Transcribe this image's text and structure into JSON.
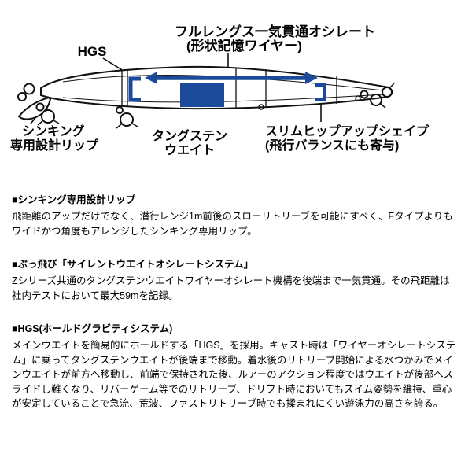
{
  "diagram": {
    "accent_color": "#1b4a9b",
    "labels": {
      "hgs": "HGS",
      "oscillate_1": "フルレングス一気貫通オシレート",
      "oscillate_2": "(形状記憶ワイヤー)",
      "lip_1": "シンキング",
      "lip_2": "専用設計リップ",
      "weight_1": "タングステン",
      "weight_2": "ウエイト",
      "hip_1": "スリムヒップアップシェイプ",
      "hip_2": "(飛行バランスにも寄与)"
    }
  },
  "sections": [
    {
      "heading": "■シンキング専用設計リップ",
      "body": "飛距離のアップだけでなく、潜行レンジ1m前後のスローリトリーブを可能にすべく、Fタイプよりもワイドかつ角度もアレンジしたシンキング専用リップ。"
    },
    {
      "heading": "■ぶっ飛び「サイレントウエイトオシレートシステム」",
      "body": "Zシリーズ共通のタングステンウエイトワイヤーオシレート機構を後端まで一気貫通。その飛距離は社内テストにおいて最大59mを記録。"
    },
    {
      "heading": "■HGS(ホールドグラビティシステム)",
      "body": "メインウエイトを簡易的にホールドする「HGS」を採用。キャスト時は「ワイヤーオシレートシステム」に乗ってタングステンウエイトが後端まで移動。着水後のリトリーブ開始による水つかみでメインウエイトが前方へ移動し、前端で保持された後、ルアーのアクション程度ではウエイトが後部へスライドし難くなり、リバーゲーム等でのリトリーブ、ドリフト時においてもスイム姿勢を維持、重心が安定していることで急流、荒波、ファストリトリーブ時でも揉まれにくい遊泳力の高さを誇る。"
    }
  ]
}
